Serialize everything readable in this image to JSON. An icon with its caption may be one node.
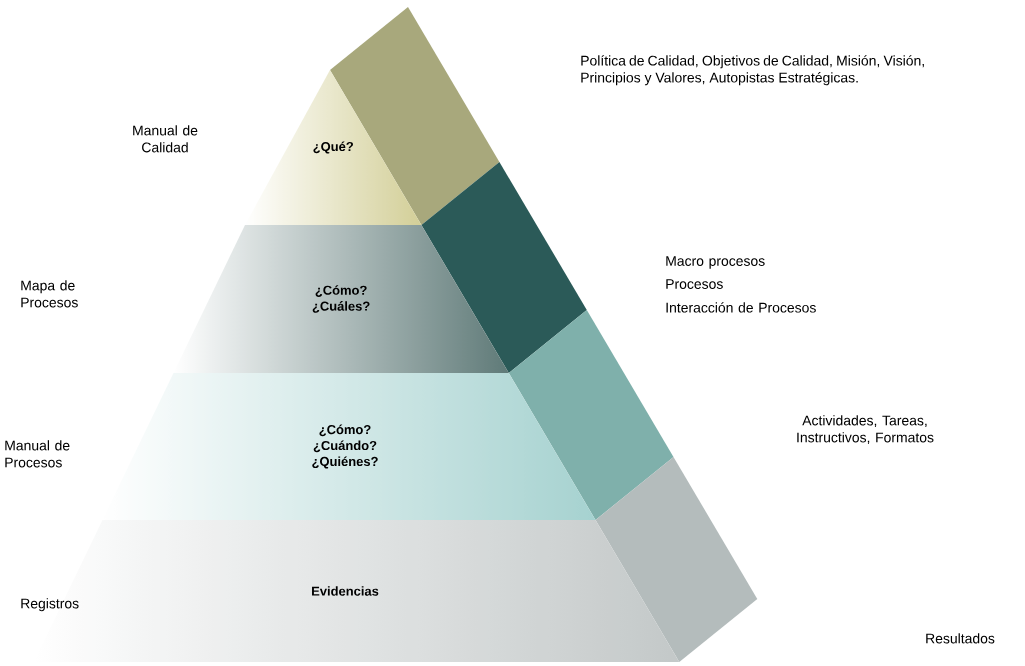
{
  "diagram": {
    "nodes": [
      {
        "text": [
          "¿Qué?"
        ]
      },
      {
        "text": [
          "¿Cómo? ¿Cuáles?"
        ]
      },
      {
        "text": [
          "¿Cómo? ¿Cuándo? ¿Quiénes?"
        ]
      },
      {
        "text": [
          "Evidencias"
        ]
      }
    ],
    "labels": [
      "Política de Calidad, Objetivos de Calidad, Misión, Visión, Principios y Valores, Autopistas Estratégicas.",
      "Manual de Calidad",
      "Macro procesos",
      "Procesos",
      "Mapa de Procesos",
      "Interacción de Procesos",
      "Actividades, Tareas, Instructivos, Formatos",
      "Manual de Procesos",
      "Registros",
      "Resultados"
    ]
  }
}
